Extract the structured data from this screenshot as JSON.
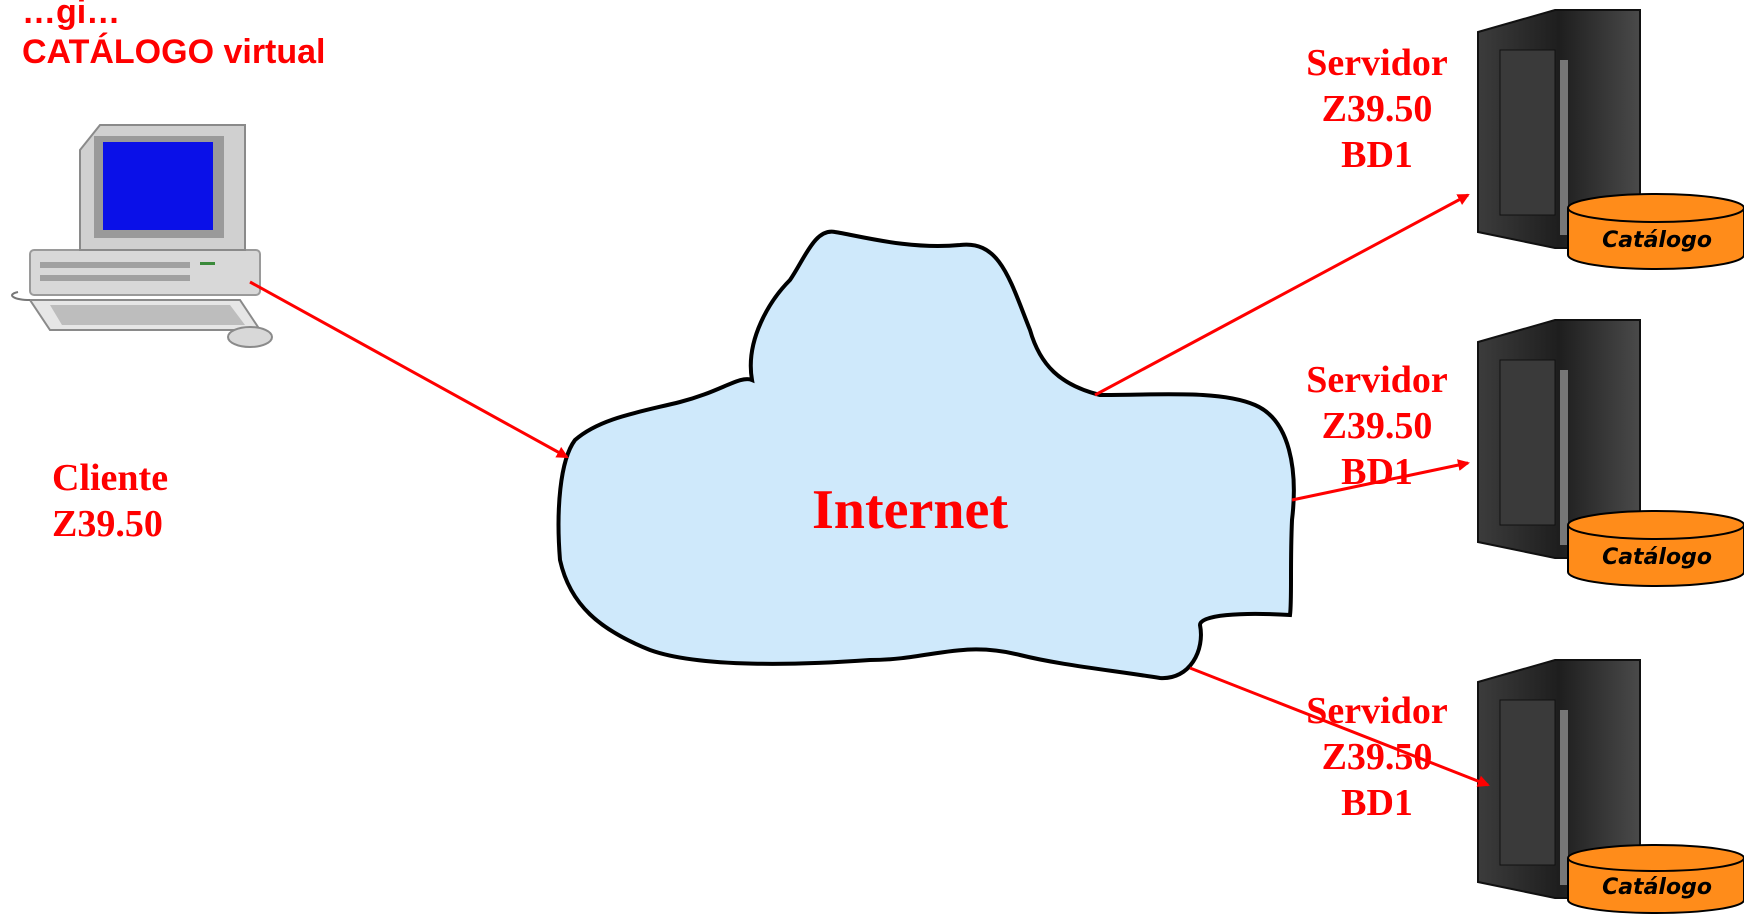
{
  "title": {
    "line1": "…gi…",
    "line2": "CATÁLOGO virtual"
  },
  "client": {
    "label_line1": "Cliente",
    "label_line2": "Z39.50",
    "icon": "desktop-computer-icon"
  },
  "cloud": {
    "label": "Internet",
    "fill": "#cfe9fb"
  },
  "servers": [
    {
      "line1": "Servidor",
      "line2": "Z39.50",
      "line3": "BD1",
      "catalog": "Catálogo"
    },
    {
      "line1": "Servidor",
      "line2": "Z39.50",
      "line3": "BD1",
      "catalog": "Catálogo"
    },
    {
      "line1": "Servidor",
      "line2": "Z39.50",
      "line3": "BD1",
      "catalog": "Catálogo"
    }
  ],
  "colors": {
    "accent": "#ff0000",
    "catalog": "#ff8c1a",
    "tower": "#2b2b2b"
  }
}
